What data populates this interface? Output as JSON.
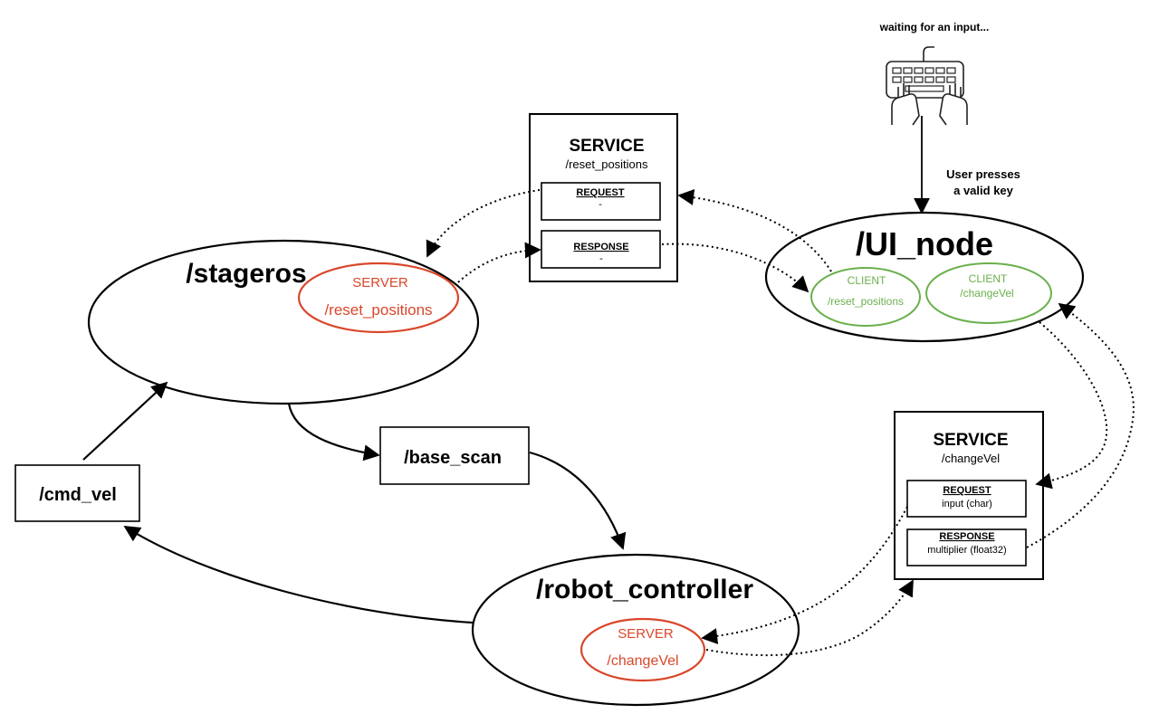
{
  "keyboard": {
    "status": "waiting for an input...",
    "action_line1": "User presses",
    "action_line2": "a valid key"
  },
  "nodes": {
    "stageros": "/stageros",
    "ui_node": "/UI_node",
    "robot_controller": "/robot_controller"
  },
  "topics": {
    "base_scan": "/base_scan",
    "cmd_vel": "/cmd_vel"
  },
  "service_reset": {
    "title": "SERVICE",
    "name": "/reset_positions",
    "request_label": "REQUEST",
    "request_value": "-",
    "response_label": "RESPONSE",
    "response_value": "-"
  },
  "service_changevel": {
    "title": "SERVICE",
    "name": "/changeVel",
    "request_label": "REQUEST",
    "request_value": "input (char)",
    "response_label": "RESPONSE",
    "response_value": "multiplier (float32)"
  },
  "roles": {
    "stageros_server_role": "SERVER",
    "stageros_server_name": "/reset_positions",
    "ui_client1_role": "CLIENT",
    "ui_client1_name": "/reset_positions",
    "ui_client2_role": "CLIENT",
    "ui_client2_name": "/changeVel",
    "rc_server_role": "SERVER",
    "rc_server_name": "/changeVel"
  },
  "colors": {
    "server": "#d9472b",
    "client": "#6ab04c",
    "line": "#000000"
  }
}
